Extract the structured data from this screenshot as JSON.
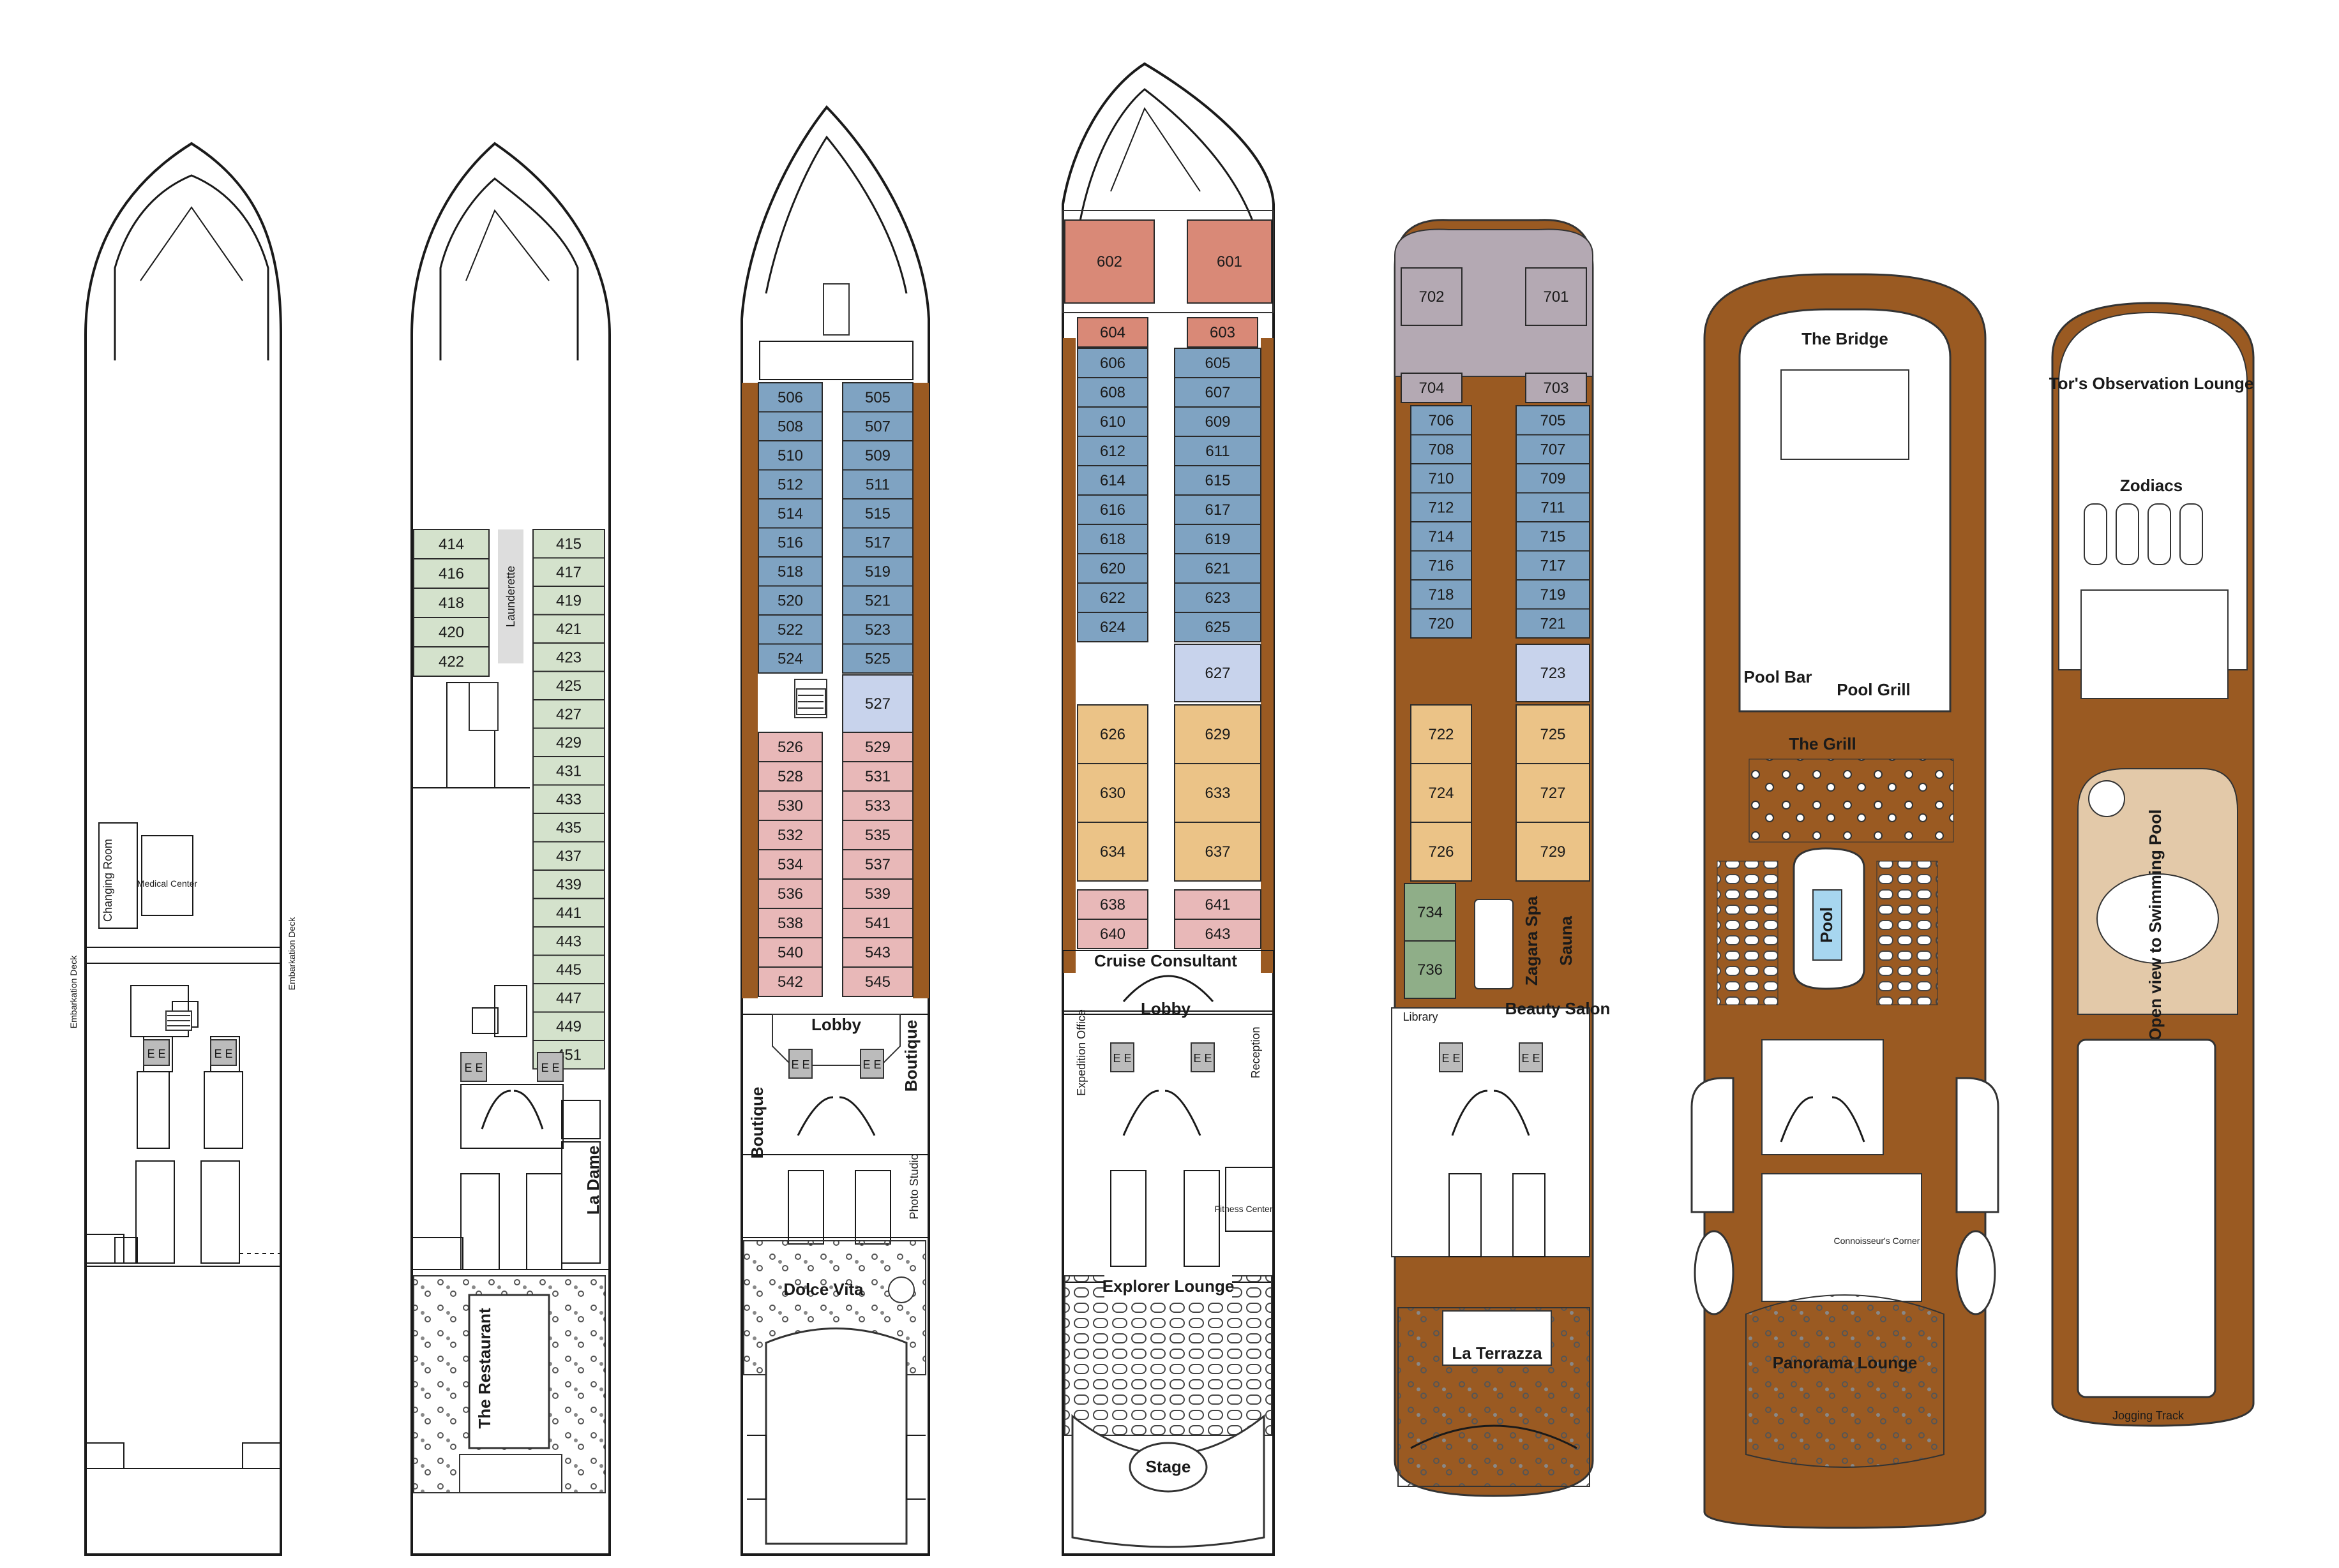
{
  "colors": {
    "green_cabin": "#d4e2cc",
    "blue_cabin": "#7fa3c2",
    "light_blue_cabin": "#c8d3ec",
    "pink_cabin": "#e8b8b8",
    "tan_cabin": "#ebc387",
    "salmon_cabin": "#d98977",
    "grey_cabin": "#b4a9b3",
    "dark_green": "#8fae88",
    "wood": "#9a5a22",
    "sun_deck": "#e3c9a9",
    "pool": "#a7d6ef"
  },
  "deck3": {
    "embarkation_left": "Embarkation Deck",
    "embarkation_right": "Embarkation Deck",
    "changing_room": "Changing Room",
    "medical_center": "Medical Center"
  },
  "deck4": {
    "launderette": "Launderette",
    "la_dame": "La Dame",
    "the_restaurant": "The Restaurant",
    "left_cabins": [
      "414",
      "416",
      "418",
      "420",
      "422"
    ],
    "right_cabins": [
      "415",
      "417",
      "419",
      "421",
      "423",
      "425",
      "427",
      "429",
      "431",
      "433",
      "435",
      "437",
      "439",
      "441",
      "443",
      "445",
      "447",
      "449",
      "451"
    ]
  },
  "deck5": {
    "lobby": "Lobby",
    "boutique_left": "Boutique",
    "boutique_right": "Boutique",
    "photo_studio": "Photo Studio",
    "dolce_vita": "Dolce Vita",
    "left_blue": [
      "506",
      "508",
      "510",
      "512",
      "514",
      "516",
      "518",
      "520",
      "522",
      "524"
    ],
    "right_blue": [
      "505",
      "507",
      "509",
      "511",
      "515",
      "517",
      "519",
      "521",
      "523",
      "525"
    ],
    "right_light": [
      "527"
    ],
    "left_pink": [
      "526",
      "528",
      "530",
      "532",
      "534",
      "536",
      "538",
      "540",
      "542"
    ],
    "right_pink": [
      "529",
      "531",
      "533",
      "535",
      "537",
      "539",
      "541",
      "543",
      "545"
    ]
  },
  "deck6": {
    "cruise_consultant": "Cruise Consultant",
    "lobby": "Lobby",
    "expedition_office": "Expedition Office",
    "reception": "Reception",
    "fitness_center": "Fitness Center",
    "explorer_lounge": "Explorer Lounge",
    "stage": "Stage",
    "salmon": [
      "602",
      "601",
      "604",
      "603"
    ],
    "left_blue": [
      "606",
      "608",
      "610",
      "612",
      "614",
      "616",
      "618",
      "620",
      "622",
      "624"
    ],
    "right_blue": [
      "605",
      "607",
      "609",
      "611",
      "615",
      "617",
      "619",
      "621",
      "623",
      "625"
    ],
    "right_light": [
      "627"
    ],
    "left_tan": [
      "626",
      "630",
      "634"
    ],
    "right_tan": [
      "629",
      "633",
      "637"
    ],
    "left_pink": [
      "638",
      "640"
    ],
    "right_pink": [
      "641",
      "643"
    ]
  },
  "deck7": {
    "library": "Library",
    "zagara_spa": "Zagara Spa",
    "sauna": "Sauna",
    "beauty_salon": "Beauty Salon",
    "la_terrazza": "La Terrazza",
    "grey": [
      "702",
      "701",
      "704",
      "703"
    ],
    "left_blue": [
      "706",
      "708",
      "710",
      "712",
      "714",
      "716",
      "718",
      "720"
    ],
    "right_blue": [
      "705",
      "707",
      "709",
      "711",
      "715",
      "717",
      "719",
      "721"
    ],
    "right_light": [
      "723"
    ],
    "left_tan": [
      "722",
      "724",
      "726"
    ],
    "right_tan": [
      "725",
      "727",
      "729"
    ],
    "left_green": [
      "734",
      "736"
    ]
  },
  "deck8": {
    "the_bridge": "The Bridge",
    "pool_bar": "Pool Bar",
    "pool_grill": "Pool Grill",
    "the_grill": "The Grill",
    "pool": "Pool",
    "connoisseurs_corner": "Connoisseur's Corner",
    "panorama_lounge": "Panorama Lounge"
  },
  "deck9": {
    "observation_lounge": "Tor's Observation Lounge",
    "zodiacs": "Zodiacs",
    "open_view": "Open view to Swimming Pool",
    "jogging_track": "Jogging Track"
  },
  "icons": [
    "elevator-icon",
    "stair-icon",
    "accessible-icon",
    "bathtub-icon",
    "connecting-door-icon"
  ]
}
